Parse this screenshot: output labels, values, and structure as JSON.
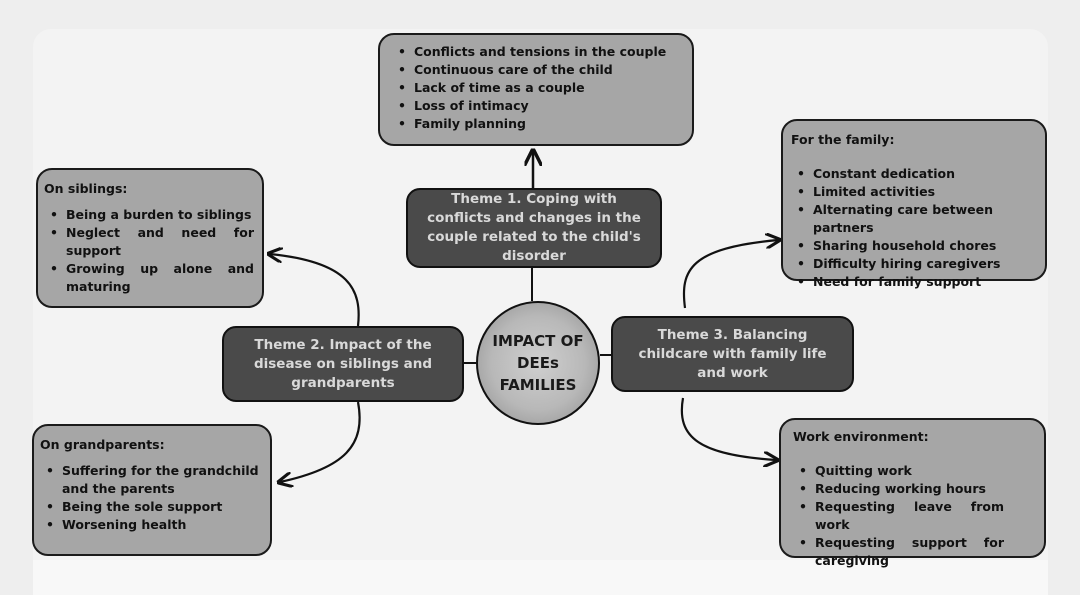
{
  "center": {
    "lines": [
      "IMPACT OF",
      "DEEs",
      "FAMILIES"
    ]
  },
  "themes": {
    "theme1": "Theme 1. Coping with conflicts and changes in the couple related to the child's disorder",
    "theme2": "Theme 2. Impact of the disease on siblings and grandparents",
    "theme3": "Theme 3. Balancing childcare with family life and work"
  },
  "couple_box": {
    "items": [
      "Conflicts and tensions in the couple",
      "Continuous care of the child",
      "Lack of time as a couple",
      "Loss of intimacy",
      "Family planning"
    ]
  },
  "siblings_box": {
    "heading": "On siblings:",
    "items": [
      "Being a burden to siblings",
      "Neglect and need for support",
      "Growing up alone and maturing"
    ]
  },
  "grandparents_box": {
    "heading": "On grandparents:",
    "items": [
      "Suffering for the grandchild and the parents",
      "Being the sole support",
      "Worsening health"
    ]
  },
  "family_box": {
    "heading": "For the family:",
    "items": [
      "Constant dedication",
      "Limited activities",
      "Alternating care between partners",
      "Sharing household chores",
      "Difficulty hiring caregivers",
      "Need for family support"
    ]
  },
  "work_box": {
    "heading": "Work environment:",
    "items": [
      "Quitting work",
      "Reducing working hours",
      "Requesting leave from work",
      "Requesting support for caregiving"
    ]
  },
  "colors": {
    "theme_fill": "#4a4a4a",
    "box_fill": "#a6a6a6",
    "stroke": "#1a1a1a"
  }
}
